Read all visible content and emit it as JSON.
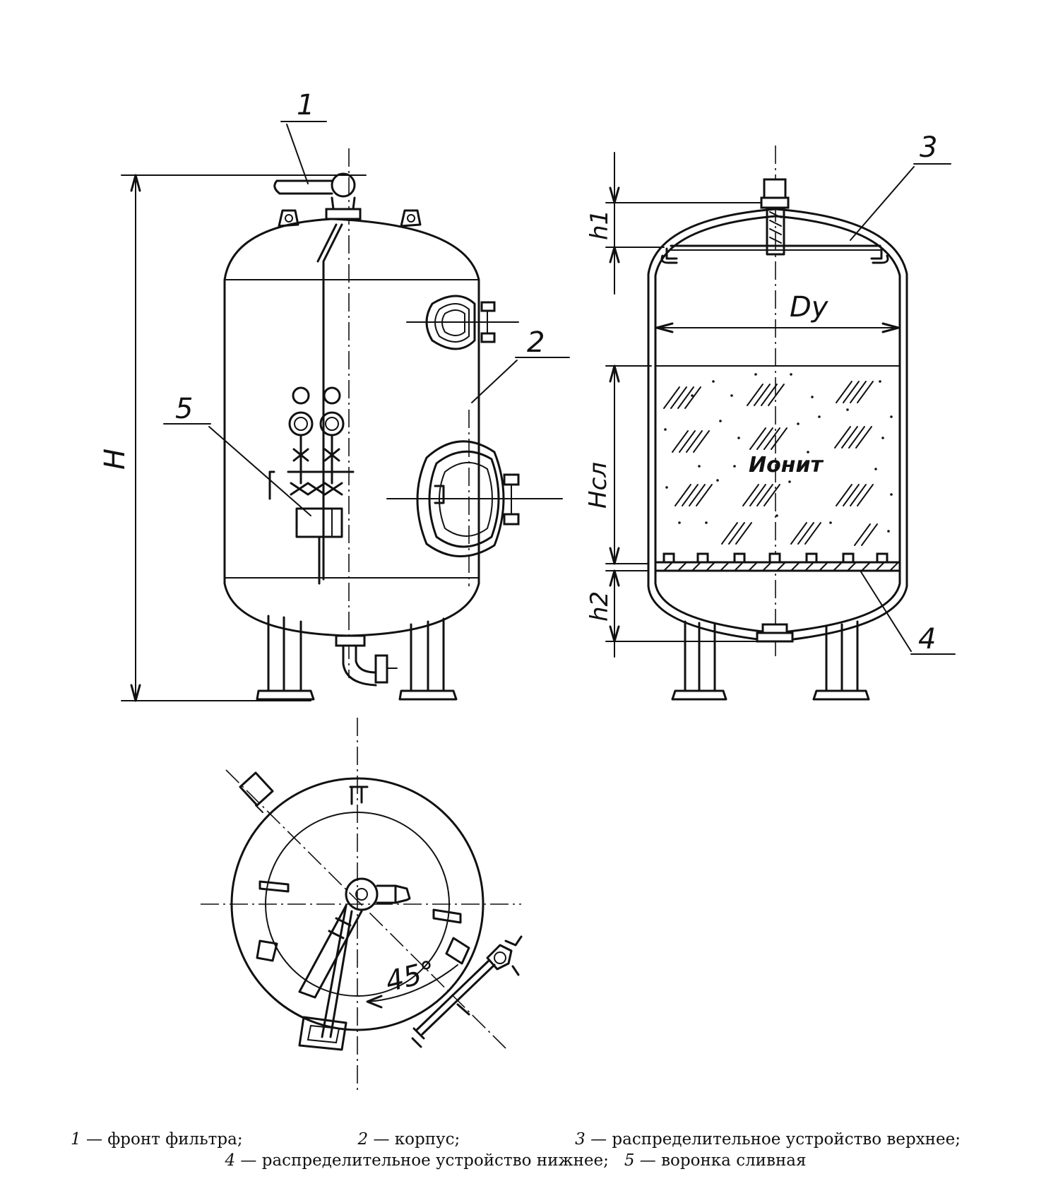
{
  "callouts": {
    "front": "1",
    "body": "2",
    "upper_distributor": "3",
    "lower_distributor": "4",
    "drain_funnel": "5"
  },
  "dimensions": {
    "H": "H",
    "h1": "h1",
    "h2": "h2",
    "Dy": "Dу",
    "Hsl": "Hсл"
  },
  "section": {
    "resin_label": "Ионит"
  },
  "plan": {
    "angle": "45°"
  },
  "legend": [
    {
      "num": "1",
      "text": "фронт фильтра;"
    },
    {
      "num": "2",
      "text": "корпус;"
    },
    {
      "num": "3",
      "text": "распределительное устройство верхнее;"
    },
    {
      "num": "4",
      "text": "распределительное устройство нижнее;"
    },
    {
      "num": "5",
      "text": "воронка сливная"
    }
  ]
}
